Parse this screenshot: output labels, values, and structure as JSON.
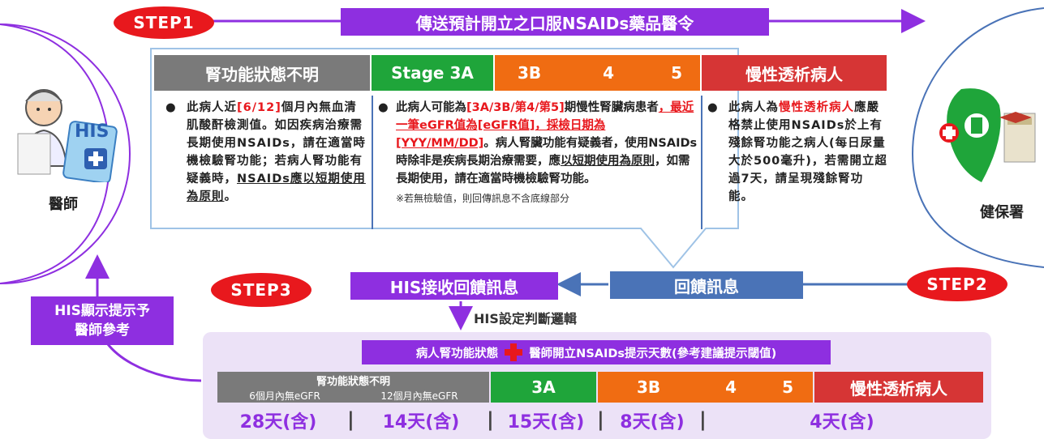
{
  "step1": {
    "label": "STEP1",
    "title": "傳送預計開立之口服NSAIDs藥品醫令"
  },
  "step2": {
    "label": "STEP2"
  },
  "step3": {
    "label": "STEP3"
  },
  "actors": {
    "doctor": "醫師",
    "nhi": "健保署",
    "his_tag": "HIS"
  },
  "table_headers": {
    "unknown": "腎功能狀態不明",
    "stage3a": "Stage 3A",
    "s3b": "3B",
    "s4": "4",
    "s5": "5",
    "dialysis": "慢性透析病人"
  },
  "col1": {
    "t1": "此病人近",
    "t2": "[6/12]",
    "t3": "個月內無血清肌酸酐檢測值。如因疾病治療需長期使用NSAIDs，請在適當時機檢驗腎功能；若病人腎功能有疑義時，",
    "t4": "NSAIDs應以短期使用為原則",
    "t5": "。"
  },
  "col2": {
    "t1": "此病人可能為",
    "t2": "[3A/3B/第4/第5]",
    "t3": "期慢性腎臟病患者",
    "t4": "，最近一筆eGFR值為[eGFR值]，採檢日期為[YYY/MM/DD]",
    "t5": "。病人腎臟功能有疑義者，使用NSAIDs時除非是疾病長期治療需要，應",
    "t6": "以短期使用為原則",
    "t7": "，如需長期使用，請在適當時機檢驗腎功能。",
    "note": "※若無檢驗值，則回傳訊息不含底線部分"
  },
  "col3": {
    "t1": "此病人為",
    "t2": "慢性透析病人",
    "t3": "應嚴格禁止使用NSAIDs於上有殘餘腎功能之病人(每日尿量大於500毫升)，若需開立超過7天，請呈現殘餘腎功能。"
  },
  "feedback": "回饋訊息",
  "his_receive": "HIS接收回饋訊息",
  "his_logic": "HIS設定判斷邏輯",
  "his_display": "HIS顯示提示予\n醫師參考",
  "formula": {
    "left": "病人腎功能狀態",
    "right": "醫師開立NSAIDs提示天數(參考建議提示閾值)"
  },
  "bottom": {
    "unknown_title": "腎功能狀態不明",
    "sub6": "6個月內無eGFR",
    "sub12": "12個月內無eGFR",
    "h3a": "3A",
    "h3b": "3B",
    "h4": "4",
    "h5": "5",
    "hdialysis": "慢性透析病人",
    "v1": "28天(含)",
    "v2": "14天(含)",
    "v3": "15天(含)",
    "v4": "8天(含)",
    "v5": "4天(含)",
    "sep": "|"
  },
  "colors": {
    "gray": "#7a7a7a",
    "green": "#1fa53a",
    "orange": "#f06c12",
    "red": "#d63535",
    "purple": "#8e2fe0",
    "blue": "#4a73b7"
  }
}
